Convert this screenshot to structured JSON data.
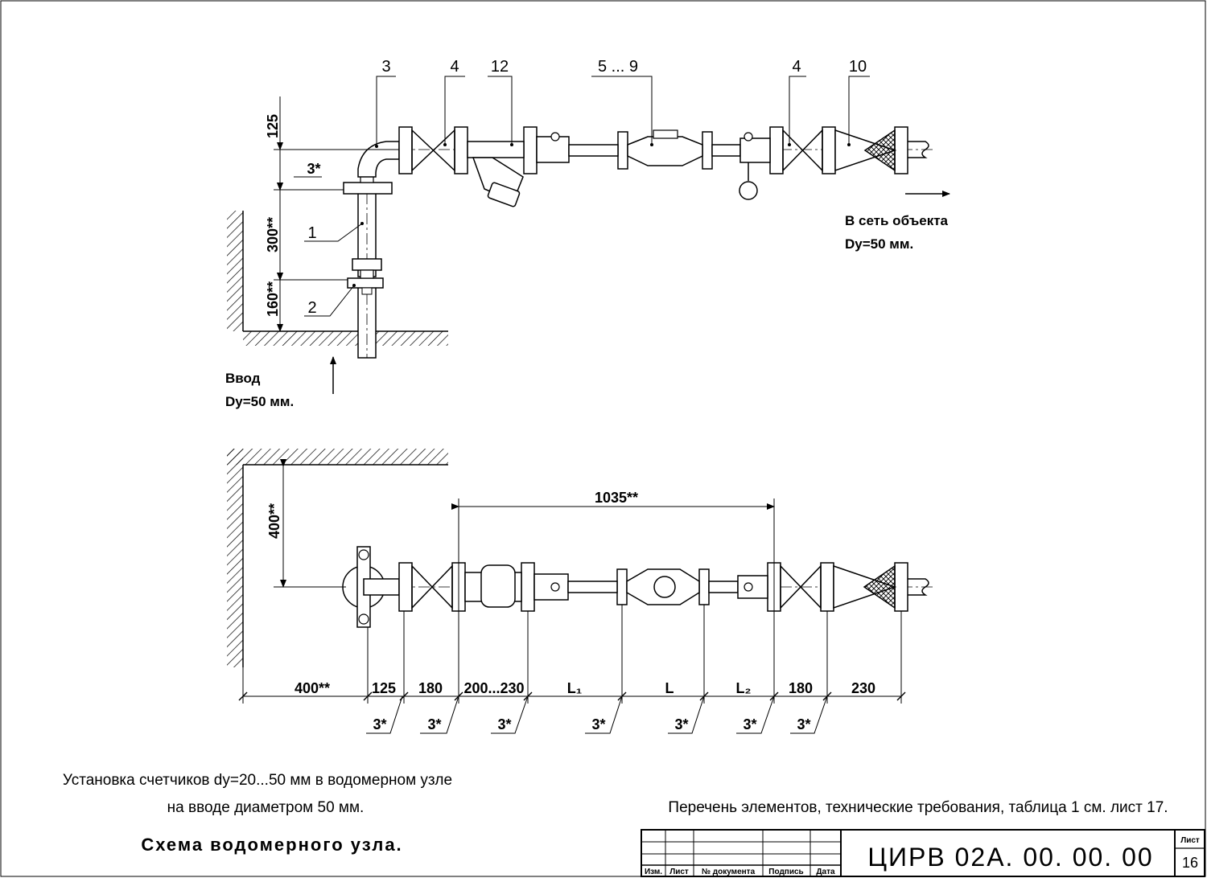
{
  "callouts": {
    "p3": "3",
    "p4a": "4",
    "p12": "12",
    "p5_9": "5 ... 9",
    "p4b": "4",
    "p10": "10",
    "p1": "1",
    "p2": "2"
  },
  "top_view": {
    "dim_125": "125",
    "dim_3star": "3*",
    "dim_300": "300**",
    "dim_160": "160**",
    "outlet_line1": "В сеть объекта",
    "outlet_line2": "Dy=50 мм.",
    "inlet_line1": "Ввод",
    "inlet_line2": "Dy=50 мм."
  },
  "plan_view": {
    "dim_400_vertical": "400**",
    "dim_1035": "1035**",
    "bottom_dims": [
      "400**",
      "125",
      "180",
      "200...230",
      "L₁",
      "L",
      "L₂",
      "180",
      "230"
    ],
    "gap_marks": [
      "3*",
      "3*",
      "3*",
      "3*",
      "3*",
      "3*",
      "3*"
    ]
  },
  "captions": {
    "install_line1": "Установка счетчиков dy=20...50 мм в водомерном узле",
    "install_line2": "на вводе диаметром 50 мм.",
    "reference": "Перечень элементов, технические требования, таблица 1 см. лист 17.",
    "scheme_title": "Схема водомерного узла."
  },
  "title_block": {
    "col_izm": "Изм.",
    "col_list": "Лист",
    "col_doc": "№ документа",
    "col_sign": "Подпись",
    "col_date": "Дата",
    "designation": "ЦИРВ 02А. 00. 00. 00",
    "sheet_label": "Лист",
    "sheet_number": "16"
  }
}
